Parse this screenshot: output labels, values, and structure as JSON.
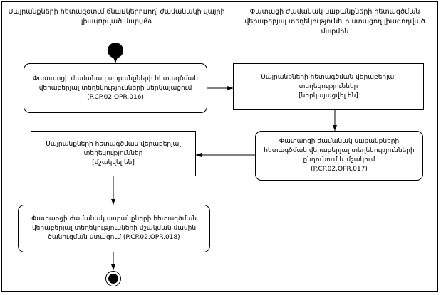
{
  "lanes": {
    "left": {
      "title": "Սայրանքների հետազօտւմ ճնшцկերոцող՝ ժամանակի վայրի լիшцпրված մшрџйа"
    },
    "right": {
      "title": "Փատացի ժամանակ սшрանքների հետագծման վերшрերյшլ տեղեկությունեւր ստացող լիագոդված մшрմին"
    }
  },
  "nodes": {
    "start": {
      "name": "start-node"
    },
    "left_1": {
      "text": "Փատաոցի ժամանակ սшрանքների հետագծման վերաբերյալ տեղեկությունների ներկայացում\n(P.CP.02.OPR.016)"
    },
    "right_1": {
      "text": "Սայրանքների հետագծման վերաբերյալ տեղեկություններ\n[ներկայացվել են]"
    },
    "right_2": {
      "text": "Փատաոցի ժամանակ սшрանքների հետագծման վերաբերյալ տեղեկությունների ընդունում և մշակում\n(P.CP.02.OPR.017)"
    },
    "left_2": {
      "text": "Սայրանքների հետագծման վերաբերյալ տեղեկություններ\n[մշակվել են]"
    },
    "left_3": {
      "text": "Փատաոցի ժամանակ սшрանքների հետագծման վերաբերյալ տեղեկությունների մշակման մասին ծանուցման ստացում (P.CP.02.OPR.018)"
    },
    "end": {
      "name": "end-node"
    }
  },
  "colors": {
    "line": "#000000",
    "background": "#ffffff"
  }
}
